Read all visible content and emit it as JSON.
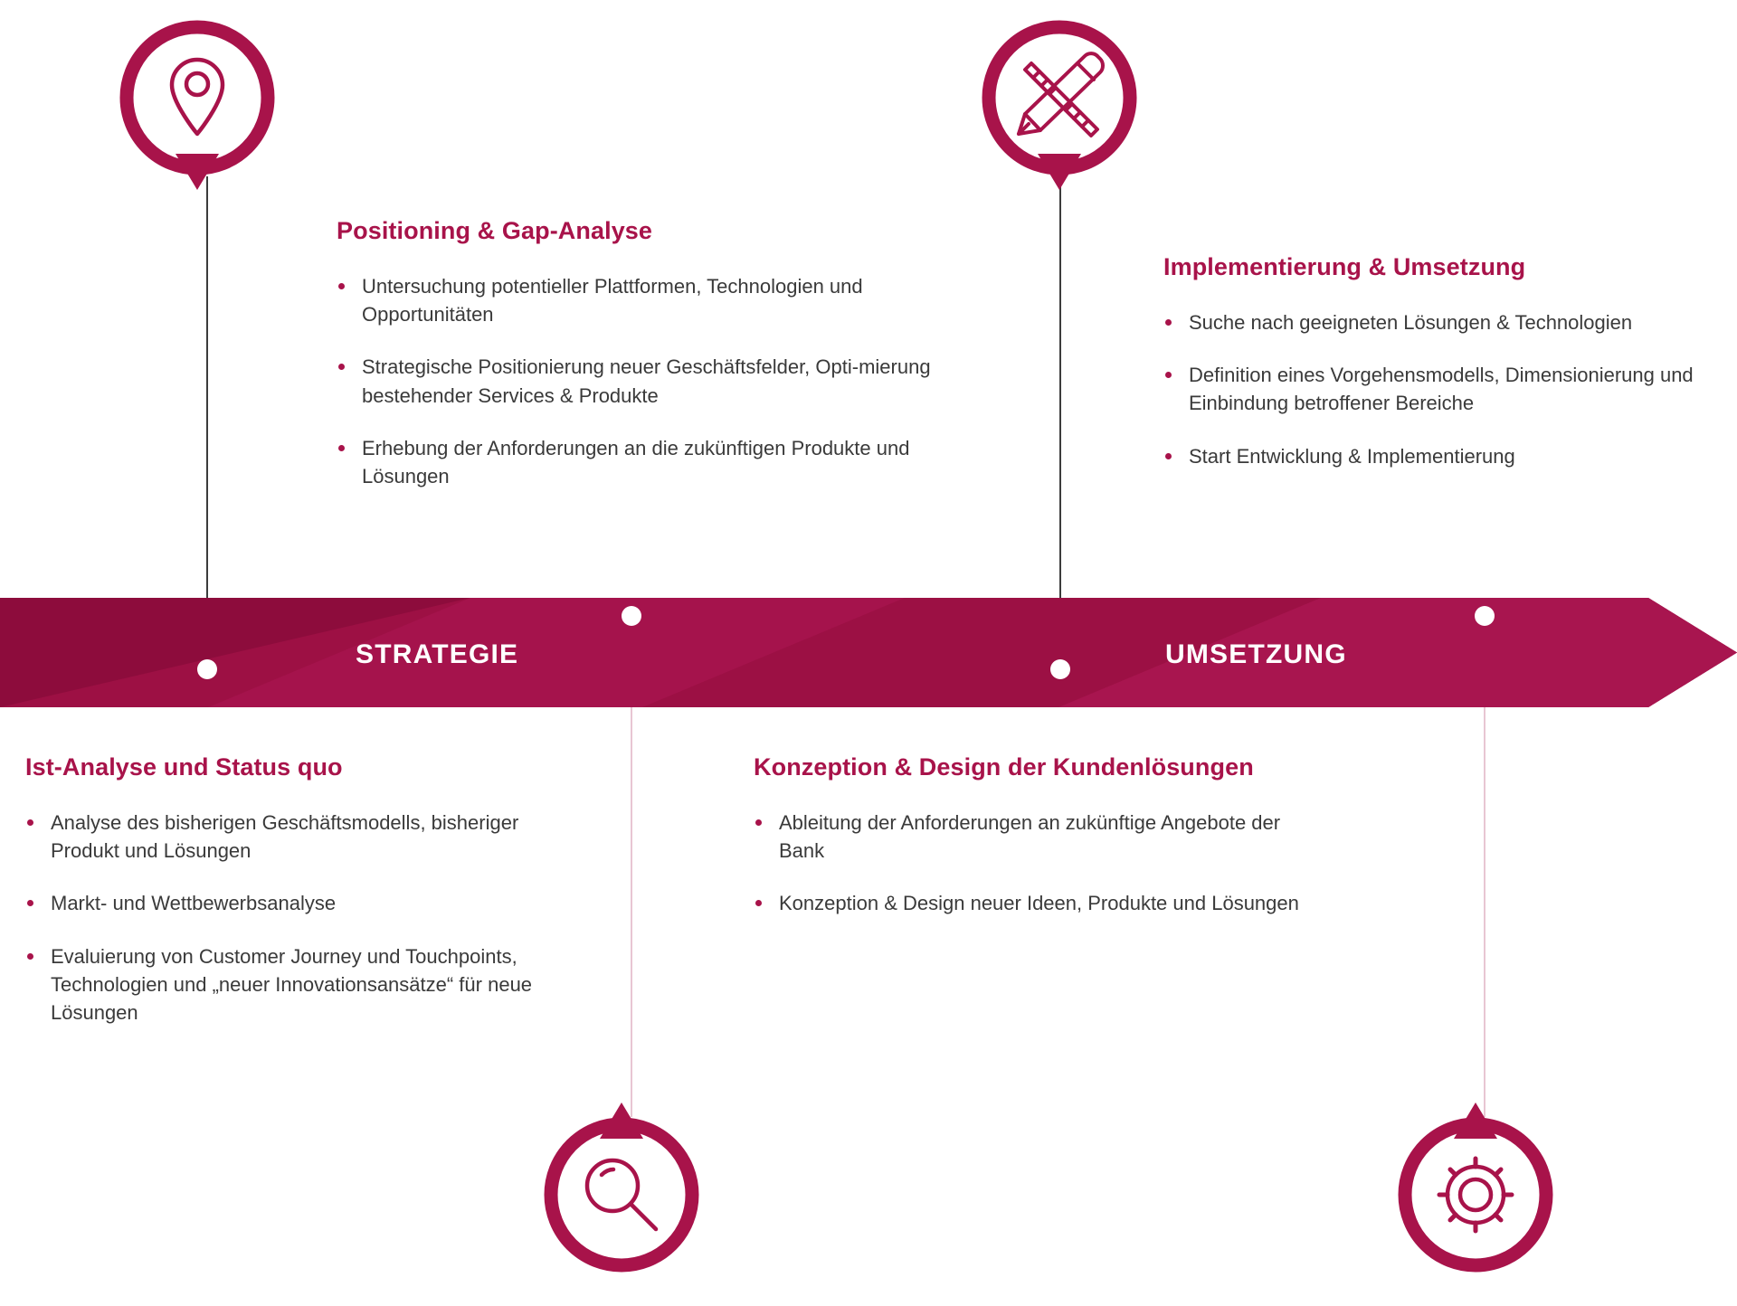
{
  "colors": {
    "brand": "#a8134a",
    "banner_dark": "#8f0f3e",
    "banner_light": "#a8134a",
    "text": "#3a3a3a",
    "connector": "#3c3c3c",
    "connector_light": "#e8c6d3",
    "white": "#ffffff"
  },
  "banner": {
    "left_label": "STRATEGIE",
    "right_label": "UMSETZUNG"
  },
  "pins": [
    {
      "name": "location-pin",
      "icon": "location-pin-icon"
    },
    {
      "name": "ruler-pencil-pin",
      "icon": "ruler-pencil-icon"
    },
    {
      "name": "magnifier-pin",
      "icon": "magnifier-icon"
    },
    {
      "name": "gear-pin",
      "icon": "gear-icon"
    }
  ],
  "blocks": [
    {
      "id": "positioning-gap-analyse",
      "title": "Positioning & Gap-Analyse",
      "bullets": [
        "Untersuchung potentieller Plattformen, Technologien und Opportunitäten",
        "Strategische Positionierung neuer Geschäftsfelder, Opti-mierung bestehender Services & Produkte",
        "Erhebung der Anforderungen an die zukünftigen Produkte und Lösungen"
      ]
    },
    {
      "id": "implementierung-umsetzung",
      "title": "Implementierung & Umsetzung",
      "bullets": [
        "Suche nach geeigneten Lösungen & Technologien",
        "Definition eines Vorgehensmodells, Dimensionierung und Einbindung betroffener Bereiche",
        "Start Entwicklung & Implementierung"
      ]
    },
    {
      "id": "ist-analyse-status-quo",
      "title": "Ist-Analyse und Status quo",
      "bullets": [
        "Analyse des bisherigen Geschäftsmodells, bisheriger Produkt und Lösungen",
        "Markt- und Wettbewerbsanalyse",
        "Evaluierung von Customer Journey und Touchpoints, Technologien und „neuer Innovationsansätze“ für neue Lösungen"
      ]
    },
    {
      "id": "konzeption-design-kundenloesungen",
      "title": "Konzeption & Design der Kundenlösungen",
      "bullets": [
        "Ableitung der Anforderungen an zukünftige Angebote der Bank",
        "Konzeption & Design neuer Ideen, Produkte und Lösungen"
      ]
    }
  ]
}
